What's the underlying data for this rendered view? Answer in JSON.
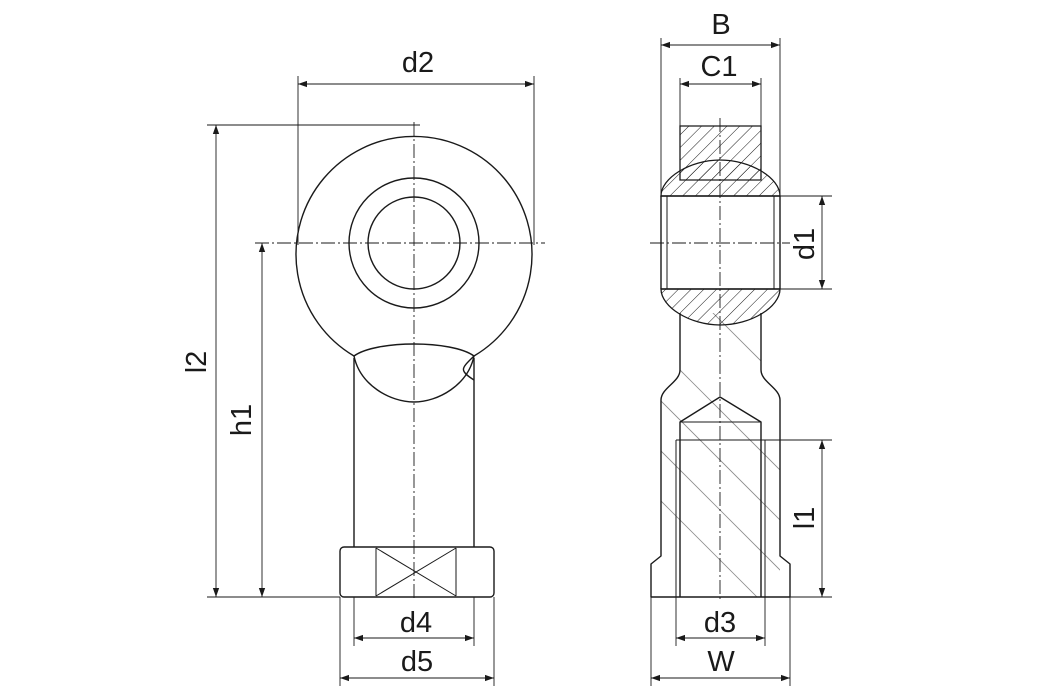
{
  "labels": {
    "d2": "d2",
    "l2": "l2",
    "h1": "h1",
    "d4": "d4",
    "d5": "d5",
    "B": "B",
    "C1": "C1",
    "d1": "d1",
    "l1": "l1",
    "d3": "d3",
    "W": "W"
  }
}
